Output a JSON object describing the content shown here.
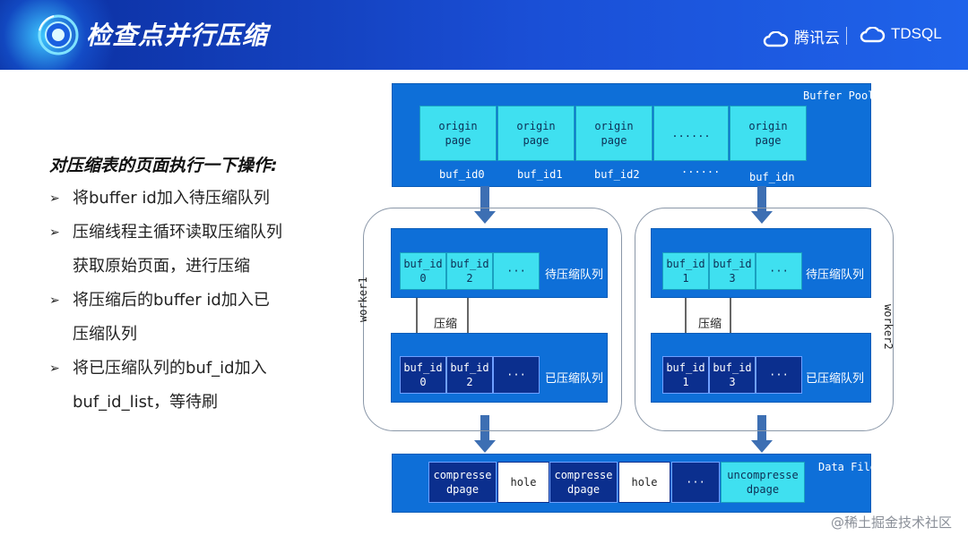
{
  "header": {
    "title": "检查点并行压缩",
    "brand_left": "腾讯云",
    "brand_right": "TDSQL"
  },
  "left_panel": {
    "lead": "对压缩表的页面执行一下操作:",
    "bullets": [
      "将buffer id加入待压缩队列",
      "压缩线程主循环读取压缩队列",
      "获取原始页面，进行压缩",
      "将压缩后的buffer id加入已",
      "压缩队列",
      "将已压缩队列的buf_id加入",
      "buf_id_list，等待刷"
    ]
  },
  "buffer_pool": {
    "title": "Buffer Pool",
    "pages": [
      "origin\npage",
      "origin\npage",
      "origin\npage",
      "......",
      "origin\npage"
    ],
    "ids": [
      "buf_id0",
      "buf_id1",
      "buf_id2",
      "......",
      "buf_idn"
    ]
  },
  "worker1": {
    "name": "worker1",
    "queue_label": "待压缩队列",
    "done_label": "已压缩队列",
    "compress_label": "压缩",
    "queue": [
      "buf_id\n0",
      "buf_id\n2",
      "···"
    ],
    "done": [
      "buf_id\n0",
      "buf_id\n2",
      "···"
    ]
  },
  "worker2": {
    "name": "worker2",
    "queue_label": "待压缩队列",
    "done_label": "已压缩队列",
    "compress_label": "压缩",
    "queue": [
      "buf_id\n1",
      "buf_id\n3",
      "···"
    ],
    "done": [
      "buf_id\n1",
      "buf_id\n3",
      "···"
    ]
  },
  "data_file": {
    "title": "Data File",
    "cells": [
      "compresse\ndpage",
      "hole",
      "compresse\ndpage",
      "hole",
      "···",
      "uncompresse\ndpage"
    ]
  },
  "watermark": "@稀土掘金技术社区",
  "colors": {
    "header_blue": "#1a4fd6",
    "panel_blue": "#0e6fd8",
    "cyan": "#3fe0f0",
    "navy": "#0b2f8e",
    "arrow": "#3d6fb3"
  }
}
